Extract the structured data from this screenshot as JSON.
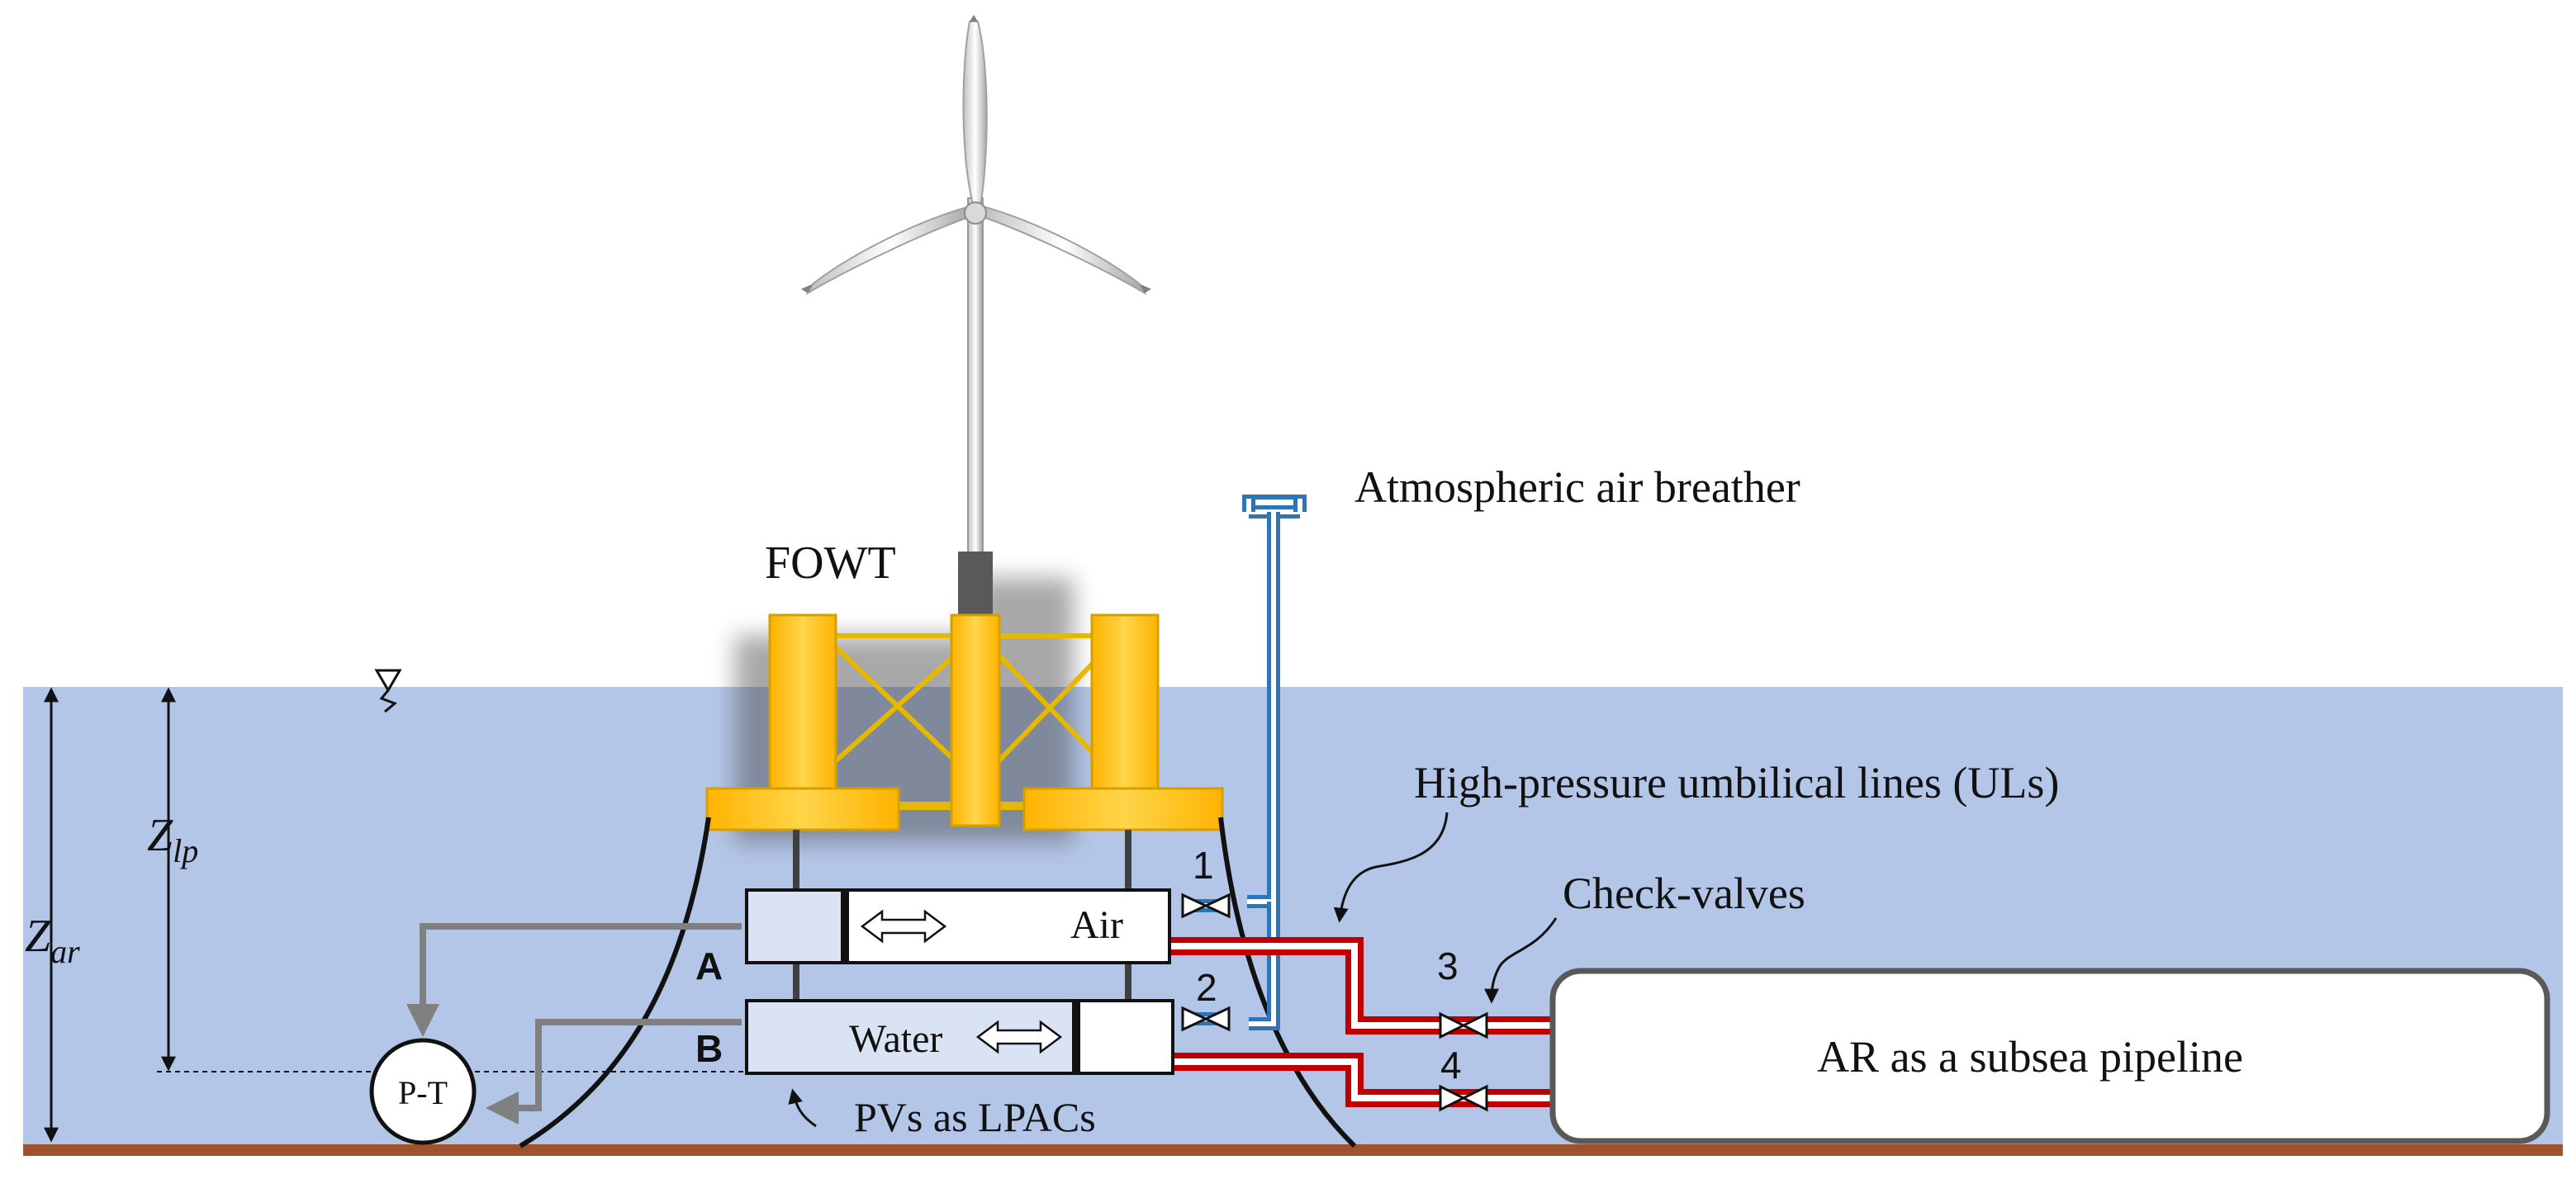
{
  "diagram": {
    "fowt_label": "FOWT",
    "breather_label": "Atmospheric air breather",
    "umbilical_label": "High-pressure umbilical lines (ULs)",
    "checkvalves_label": "Check-valves",
    "ar_label": "AR as a subsea pipeline",
    "pv_label": "PVs as LPACs",
    "air_label": "Air",
    "water_label": "Water",
    "pt_label": "P-T",
    "vessel_a_label": "A",
    "vessel_b_label": "B",
    "valve_labels": [
      "1",
      "2",
      "3",
      "4"
    ],
    "zlp": {
      "main": "Z",
      "sub": "lp"
    },
    "zar": {
      "main": "Z",
      "sub": "ar"
    }
  },
  "colors": {
    "sea": "#b4c6e7",
    "seabed": "#a0522d",
    "platform_yellow": "#ffc000",
    "vessel_fill": "#dae3f3",
    "pipe_red": "#c00000",
    "pipe_blue": "#2e75b6"
  }
}
